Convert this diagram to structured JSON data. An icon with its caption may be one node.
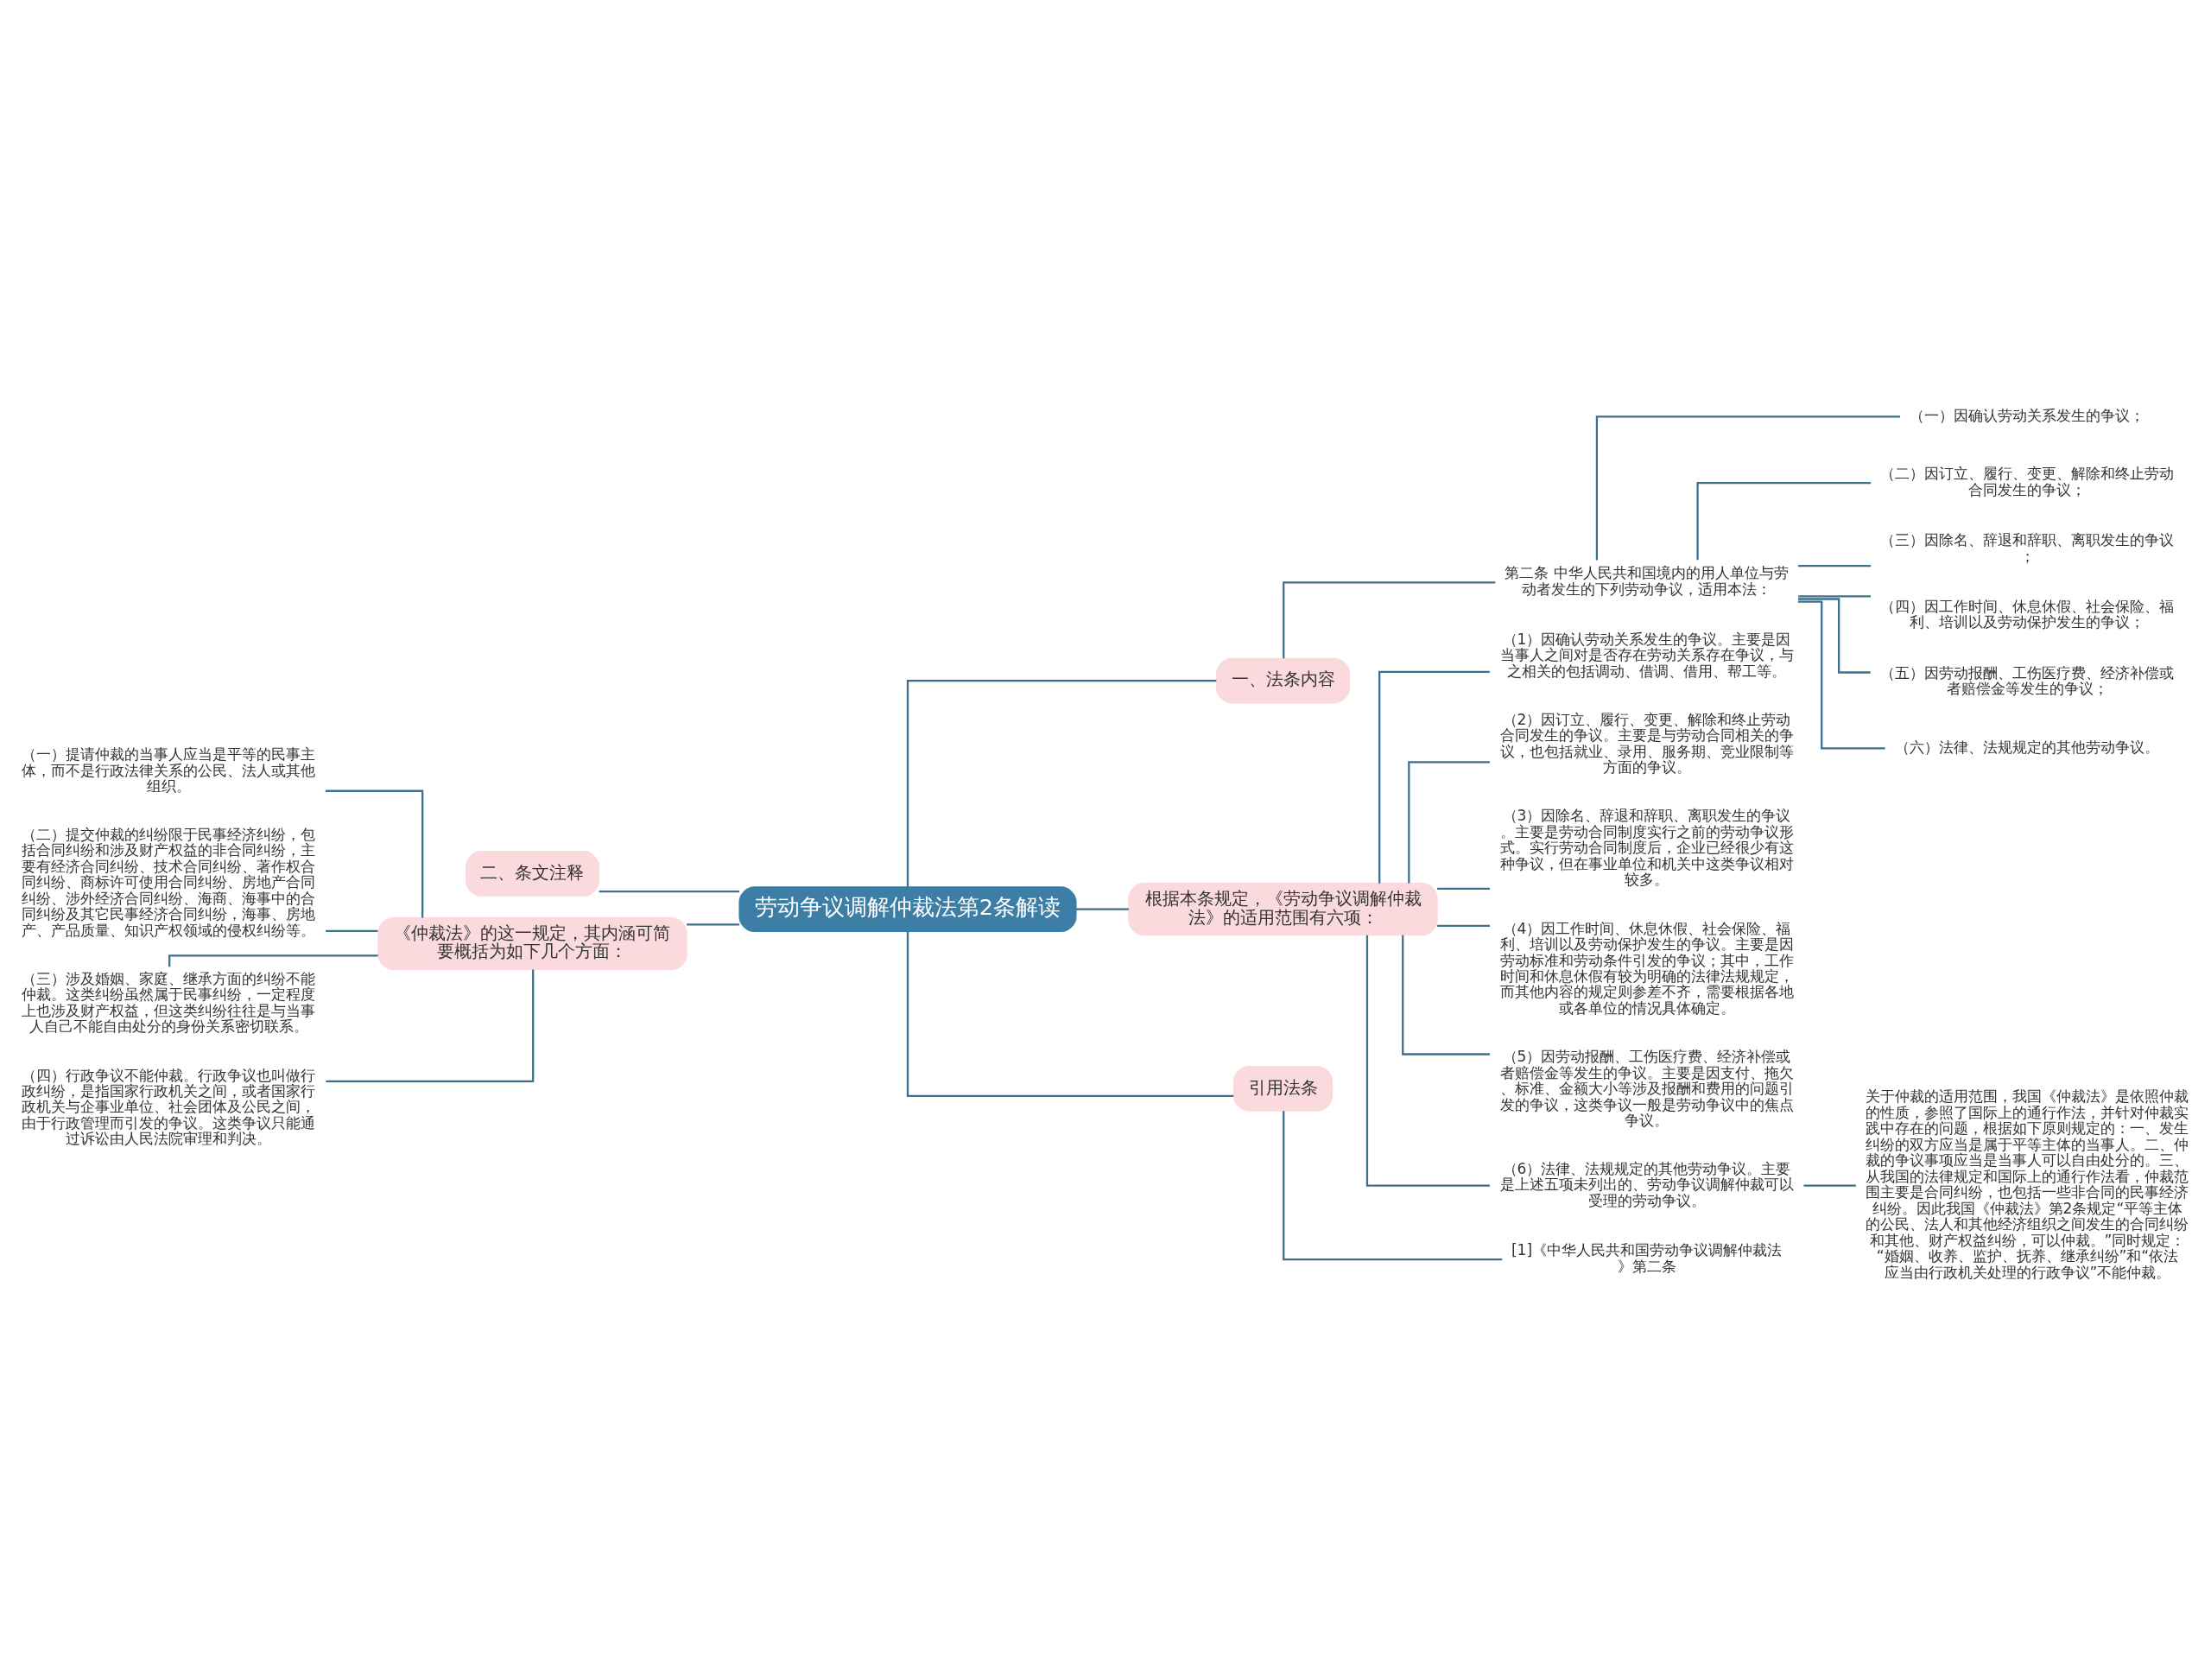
{
  "diagram": {
    "nodes": [
      {
        "text": [
          "劳动争议调解仲裁法第2条解读"
        ]
      },
      {
        "text": [
          "一、法条内容"
        ]
      },
      {
        "text": [
          "第二条 中华人民共和国境内的用人单位与劳动者发生的下列劳动争议，适用本法："
        ]
      },
      {
        "text": [
          "（一）因确认劳动关系发生的争议；"
        ]
      },
      {
        "text": [
          "（二）因订立、履行、变更、解除和终止劳动合同发生的争议；"
        ]
      },
      {
        "text": [
          "（三）因除名、辞退和辞职、离职发生的争议；"
        ]
      },
      {
        "text": [
          "（四）因工作时间、休息休假、社会保险、福利、培训以及劳动保护发生的争议；"
        ]
      },
      {
        "text": [
          "（五）因劳动报酬、工伤医疗费、经济补偿或者赔偿金等发生的争议；"
        ]
      },
      {
        "text": [
          "（六）法律、法规规定的其他劳动争议。"
        ]
      },
      {
        "text": [
          "根据本条规定，《劳动争议调解仲裁法》的适用范围有六项："
        ]
      },
      {
        "text": [
          "（1）因确认劳动关系发生的争议。主要是因当事人之间对是否存在劳动关系存在争议，与之相关的包括调动、借调、借用、帮工等。"
        ]
      },
      {
        "text": [
          "（2）因订立、履行、变更、解除和终止劳动合同发生的争议。主要是与劳动合同相关的争议，也包括就业、录用、服务期、竞业限制等方面的争议。"
        ]
      },
      {
        "text": [
          "（3）因除名、辞退和辞职、离职发生的争议。主要是劳动合同制度实行之前的劳动争议形式。实行劳动合同制度后，企业已经很少有这种争议，但在事业单位和机关中这类争议相对较多。"
        ]
      },
      {
        "text": [
          "（4）因工作时间、休息休假、社会保险、福利、培训以及劳动保护发生的争议。主要是因劳动标准和劳动条件引发的争议；其中，工作时间和休息休假有较为明确的法律法规规定，而其他内容的规定则参差不齐，需要根据各地或各单位的情况具体确定。"
        ]
      },
      {
        "text": [
          "（5）因劳动报酬、工伤医疗费、经济补偿或者赔偿金等发生的争议。主要是因支付、拖欠、标准、金额大小等涉及报酬和费用的问题引发的争议，这类争议一般是劳动争议中的焦点争议。"
        ]
      },
      {
        "text": [
          "（6）法律、法规规定的其他劳动争议。主要是上述五项未列出的、劳动争议调解仲裁可以受理的劳动争议。"
        ]
      },
      {
        "text": [
          "关于仲裁的适用范围，我国《仲裁法》是依照仲裁的性质，参照了国际上的通行作法，并针对仲裁实践中存在的问题，根据如下原则规定的：一、发生纠纷的双方应当是属于平等主体的当事人。二、仲裁的争议事项应当是当事人可以自由处分的。三、从我国的法律规定和国际上的通行作法看，仲裁范围主要是合同纠纷，也包括一些非合同的民事经济纠纷。因此我国《仲裁法》第2条规定“平等主体的公民、法人和其他经济组织之间发生的合同纠纷和其他、财产权益纠纷，可以仲裁。”同时规定：“婚姻、收养、监护、抚养、继承纠纷”和“依法应当由行政机关处理的行政争议”不能仲裁。"
        ]
      },
      {
        "text": [
          "引用法条"
        ]
      },
      {
        "text": [
          "[1]《中华人民共和国劳动争议调解仲裁法》第二条"
        ]
      },
      {
        "text": [
          "二、条文注释"
        ]
      },
      {
        "text": [
          "《仲裁法》的这一规定，其内涵可简要概括为如下几个方面："
        ]
      },
      {
        "text": [
          "（一）提请仲裁的当事人应当是平等的民事主体，而不是行政法律关系的公民、法人或其他组织。"
        ]
      },
      {
        "text": [
          "（二）提交仲裁的纠纷限于民事经济纠纷，包括合同纠纷和涉及财产权益的非合同纠纷，主要有经济合同纠纷、技术合同纠纷、著作权合同纠纷、商标许可使用合同纠纷、房地产合同纠纷、涉外经济合同纠纷、海商、海事中的合同纠纷及其它民事经济合同纠纷，海事、房地产、产品质量、知识产权领域的侵权纠纷等。"
        ]
      },
      {
        "text": [
          "（三）涉及婚姻、家庭、继承方面的纠纷不能仲裁。这类纠纷虽然属于民事纠纷，一定程度上也涉及财产权益，但这类纠纷往往是与当事人自己不能自由处分的身份关系密切联系。"
        ]
      },
      {
        "text": [
          "（四）行政争议不能仲裁。行政争议也叫做行政纠纷，是指国家行政机关之间，或者国家行政机关与企事业单位、社会团体及公民之间，由于行政管理而引发的争议。这类争议只能通过诉讼由人民法院审理和判决。"
        ]
      }
    ],
    "edges": [
      {
        "from": 0,
        "to": 1,
        "arrow": "none"
      },
      {
        "from": 1,
        "to": 2,
        "arrow": "none"
      },
      {
        "from": 2,
        "to": 3,
        "arrow": "none"
      },
      {
        "from": 2,
        "to": 4,
        "arrow": "none"
      },
      {
        "from": 2,
        "to": 5,
        "arrow": "none"
      },
      {
        "from": 2,
        "to": 6,
        "arrow": "none"
      },
      {
        "from": 2,
        "to": 7,
        "arrow": "none"
      },
      {
        "from": 2,
        "to": 8,
        "arrow": "none"
      },
      {
        "from": 0,
        "to": 9,
        "arrow": "none"
      },
      {
        "from": 9,
        "to": 10,
        "arrow": "none"
      },
      {
        "from": 9,
        "to": 11,
        "arrow": "none"
      },
      {
        "from": 9,
        "to": 12,
        "arrow": "none"
      },
      {
        "from": 9,
        "to": 13,
        "arrow": "none"
      },
      {
        "from": 9,
        "to": 14,
        "arrow": "none"
      },
      {
        "from": 9,
        "to": 15,
        "arrow": "none"
      },
      {
        "from": 15,
        "to": 16,
        "arrow": "none"
      },
      {
        "from": 0,
        "to": 17,
        "arrow": "none"
      },
      {
        "from": 17,
        "to": 18,
        "arrow": "none"
      },
      {
        "from": 0,
        "to": 19,
        "arrow": "none"
      },
      {
        "from": 0,
        "to": 20,
        "arrow": "none"
      },
      {
        "from": 20,
        "to": 21,
        "arrow": "none"
      },
      {
        "from": 20,
        "to": 22,
        "arrow": "none"
      },
      {
        "from": 20,
        "to": 23,
        "arrow": "none"
      },
      {
        "from": 20,
        "to": 24,
        "arrow": "none"
      }
    ]
  }
}
